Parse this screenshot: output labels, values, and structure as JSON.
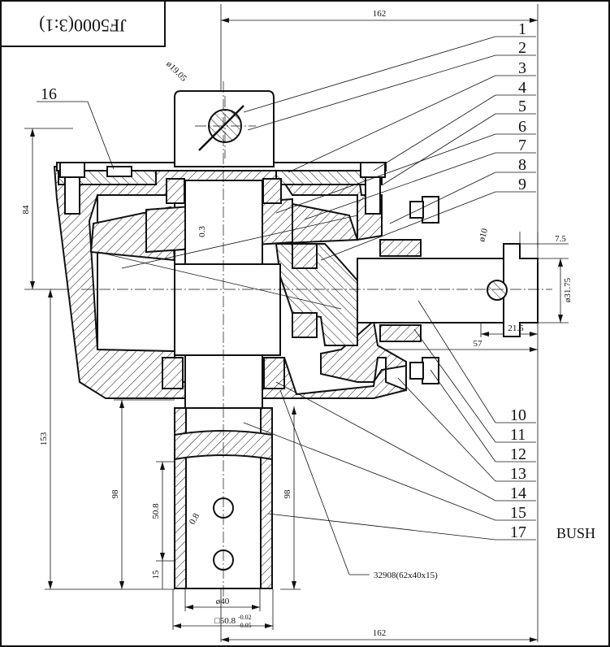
{
  "title_block": {
    "title": "JF5000(3:1)"
  },
  "part_numbers": [
    "1",
    "2",
    "3",
    "4",
    "5",
    "6",
    "7",
    "8",
    "9",
    "10",
    "11",
    "12",
    "13",
    "14",
    "15",
    "16",
    "17"
  ],
  "dimensions": {
    "top_width": "162",
    "bottom_width": "162",
    "left_height_84": "84",
    "left_height_153": "153",
    "inner_height_98_left": "98",
    "inner_height_98_right": "98",
    "height_50_8": "50.8",
    "height_15": "15",
    "pin_dia": "ø19.05",
    "gap_0_3": "0.3",
    "slope_0_8": "0.8",
    "shaft_dia_10": "ø10",
    "shaft_len_7_5": "7.5",
    "shaft_dia_31_75": "ø31.75",
    "shaft_len_21_5": "21.5",
    "shaft_len_57": "57",
    "bore_40": "ø40",
    "outer_50_8": "□50.8",
    "tol_upper": "-0.02",
    "tol_lower": "-0.05"
  },
  "bearing_label": "32908(62x40x15)",
  "bush_label": "BUSH"
}
